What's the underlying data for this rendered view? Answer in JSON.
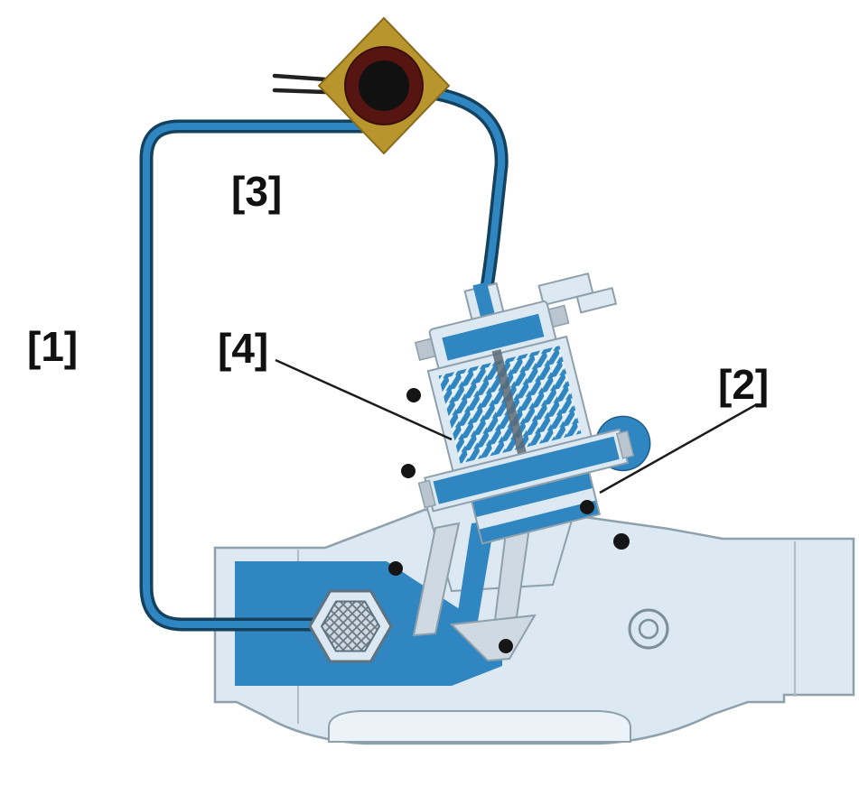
{
  "diagram": {
    "labels": {
      "label1": "[1]",
      "label2": "[2]",
      "label3": "[3]",
      "label4": "[4]"
    },
    "colors": {
      "fluid_blue": "#2f86c0",
      "tube_outline": "#14415e",
      "body_light": "#dde9f2",
      "body_outline": "#8da0ac",
      "brass": "#b9952e",
      "coil_ring": "#571512",
      "coil_core": "#111111",
      "label_text": "#111111"
    }
  }
}
